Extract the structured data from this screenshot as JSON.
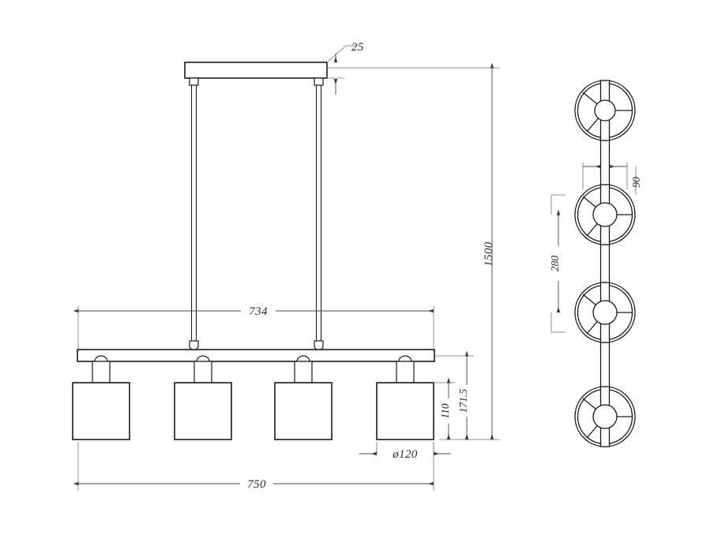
{
  "drawing": {
    "title": "Pendant Light Technical Drawing",
    "type": "engineering-dimension-drawing",
    "units": "mm",
    "views": {
      "front": {
        "name": "front-elevation",
        "lamp_count": 4
      },
      "plan": {
        "name": "plan-view",
        "shade_count": 4
      }
    },
    "colors": {
      "background": "#ffffff",
      "outline": "#1a1a1a",
      "dimension": "#4a4a4a",
      "extension": "#707070",
      "text": "#2b2b2b"
    }
  },
  "dimensions": {
    "ceiling_plate_thickness": "25",
    "suspension_height": "1500",
    "rod_spacing": "734",
    "total_width": "750",
    "shade_height": "110",
    "drop_to_shade_bottom": "171.5",
    "shade_diameter": "ø120",
    "bar_width_plan": "90",
    "shade_spacing_plan": "280"
  }
}
